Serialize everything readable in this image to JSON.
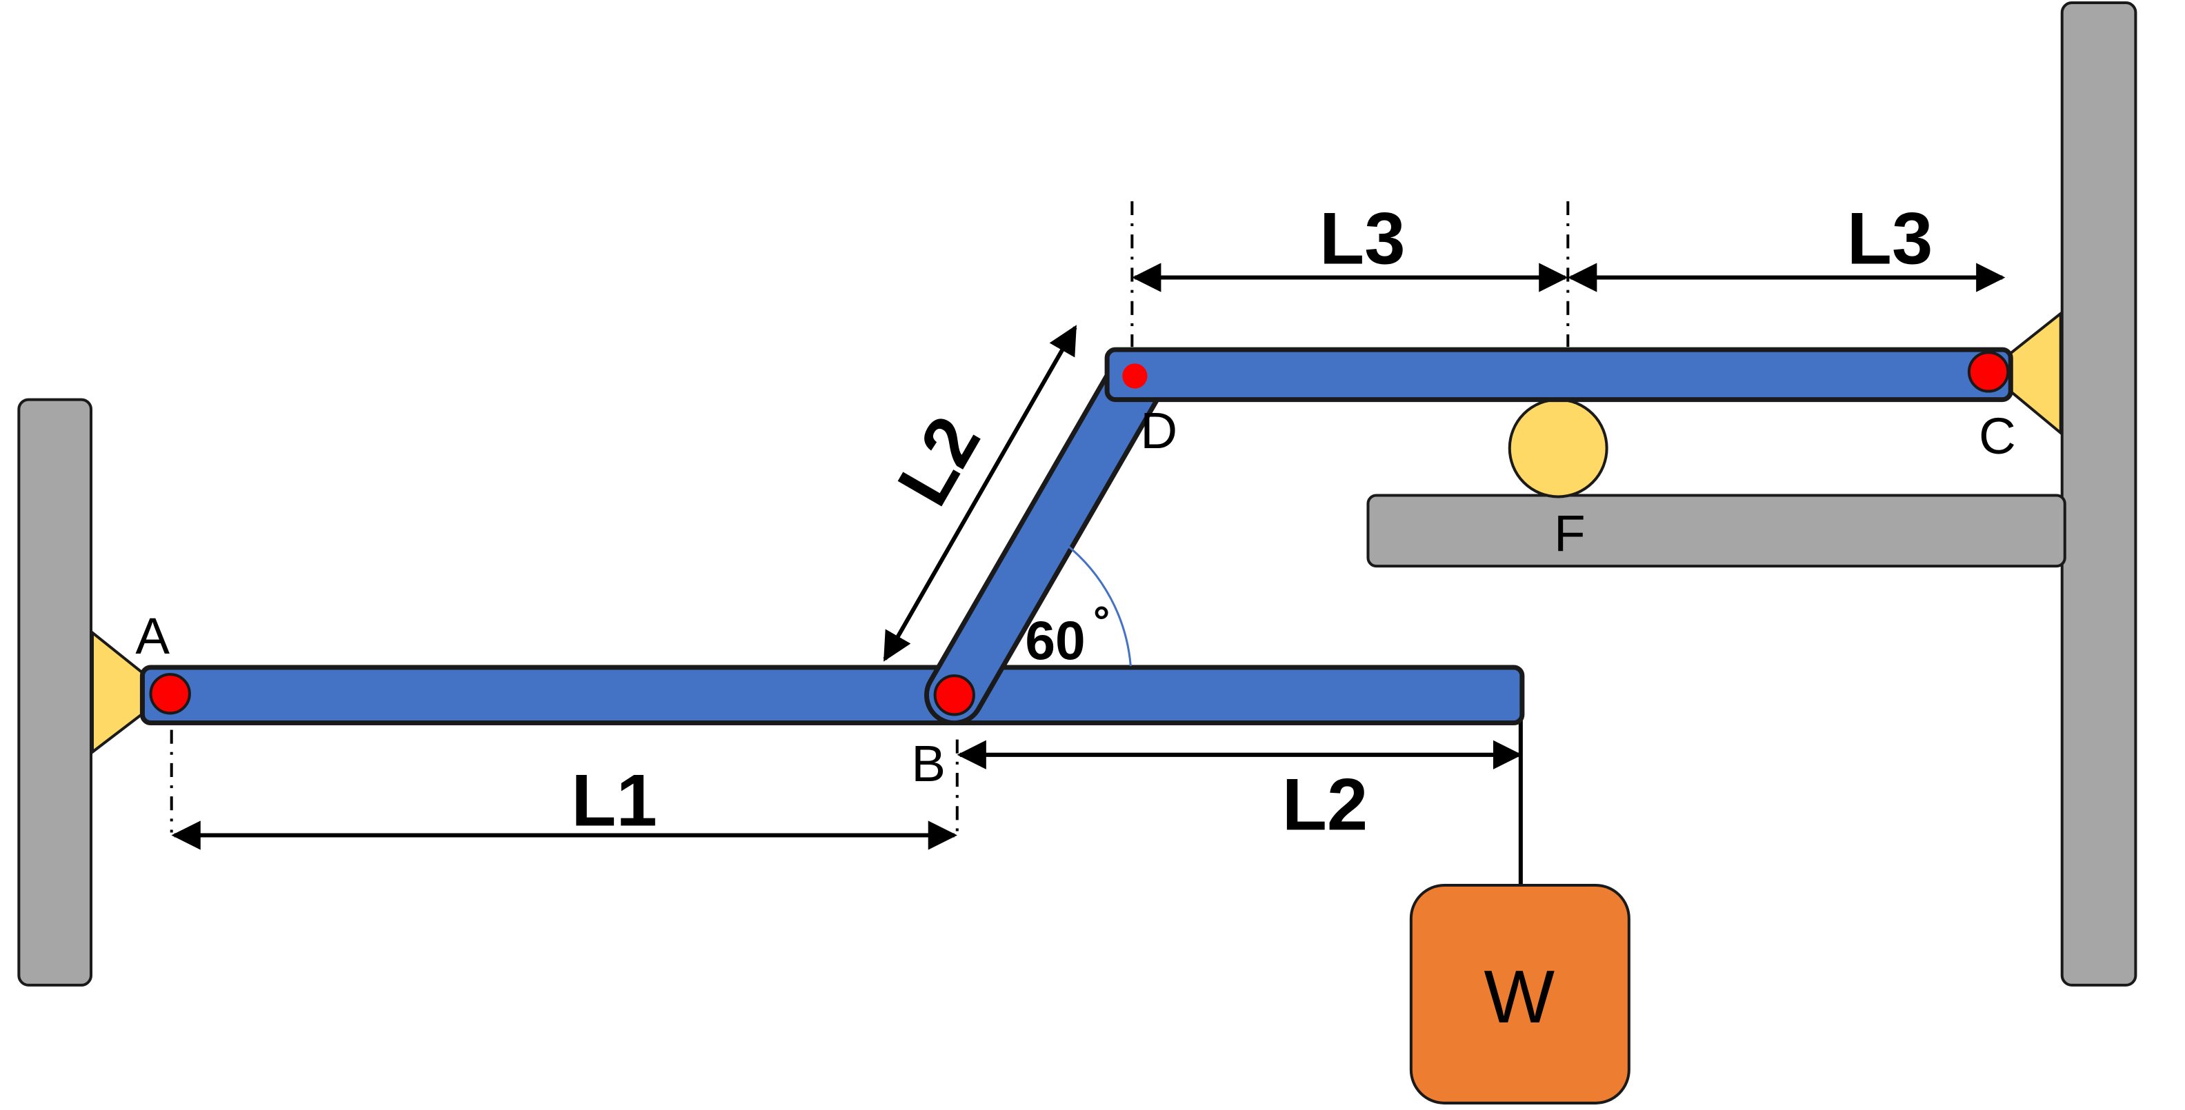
{
  "diagram": {
    "points": {
      "a": "A",
      "b": "B",
      "c": "C",
      "d": "D",
      "f": "F"
    },
    "dimensions": {
      "l1": "L1",
      "l2_horizontal": "L2",
      "l2_inclined": "L2",
      "l3_left": "L3",
      "l3_right": "L3"
    },
    "angle": {
      "value": "60",
      "unit": "°"
    },
    "load": "W"
  },
  "colors": {
    "beam": "#4472C4",
    "pin": "#FF0000",
    "wall": "#A6A6A6",
    "support": "#FFD966",
    "roller": "#FFD966",
    "weight": "#ED7D31",
    "outline": "#1A1A1A"
  }
}
